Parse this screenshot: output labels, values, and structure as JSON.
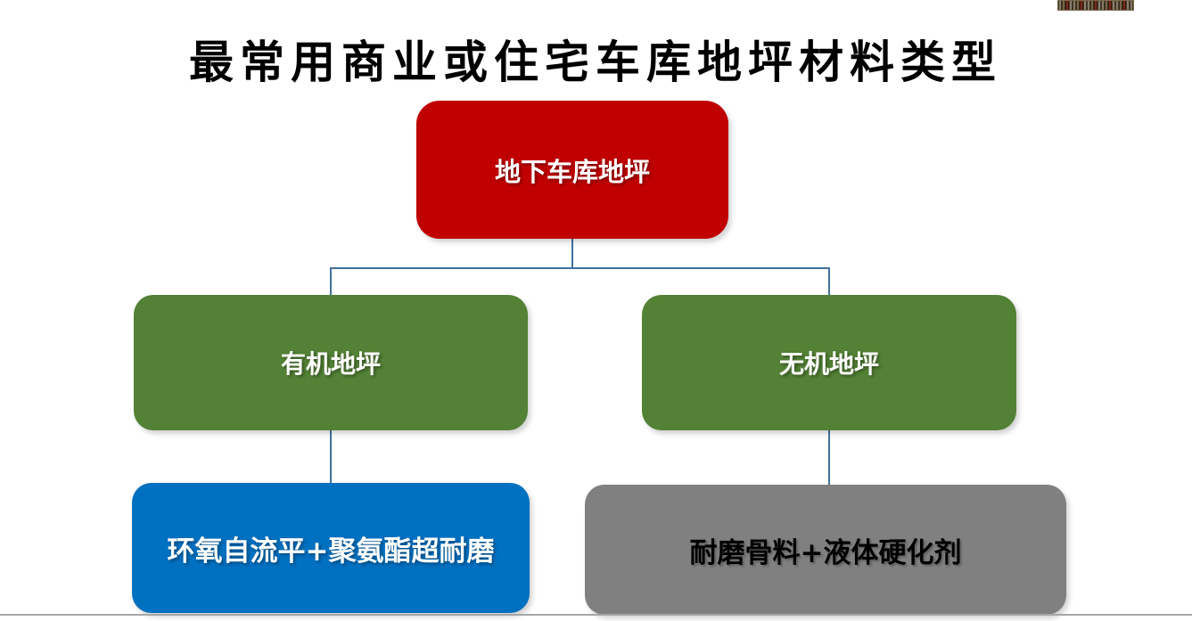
{
  "title": {
    "text": "最常用商业或住宅车库地坪材料类型"
  },
  "diagram": {
    "root": {
      "label": "地下车库地坪",
      "color": "#c00000",
      "text_color": "#ffffff"
    },
    "level2": [
      {
        "label": "有机地坪",
        "color": "#538135",
        "text_color": "#ffffff"
      },
      {
        "label": "无机地坪",
        "color": "#538135",
        "text_color": "#ffffff"
      }
    ],
    "level3": [
      {
        "label": "环氧自流平+聚氨酯超耐磨",
        "color": "#0070c0",
        "text_color": "#ffffff"
      },
      {
        "label": "耐磨骨料+液体硬化剂",
        "color": "#808080",
        "text_color": "#000000"
      }
    ],
    "connector_color": "#41719c"
  },
  "footer": {
    "divider_color": "#a6a6a6"
  }
}
